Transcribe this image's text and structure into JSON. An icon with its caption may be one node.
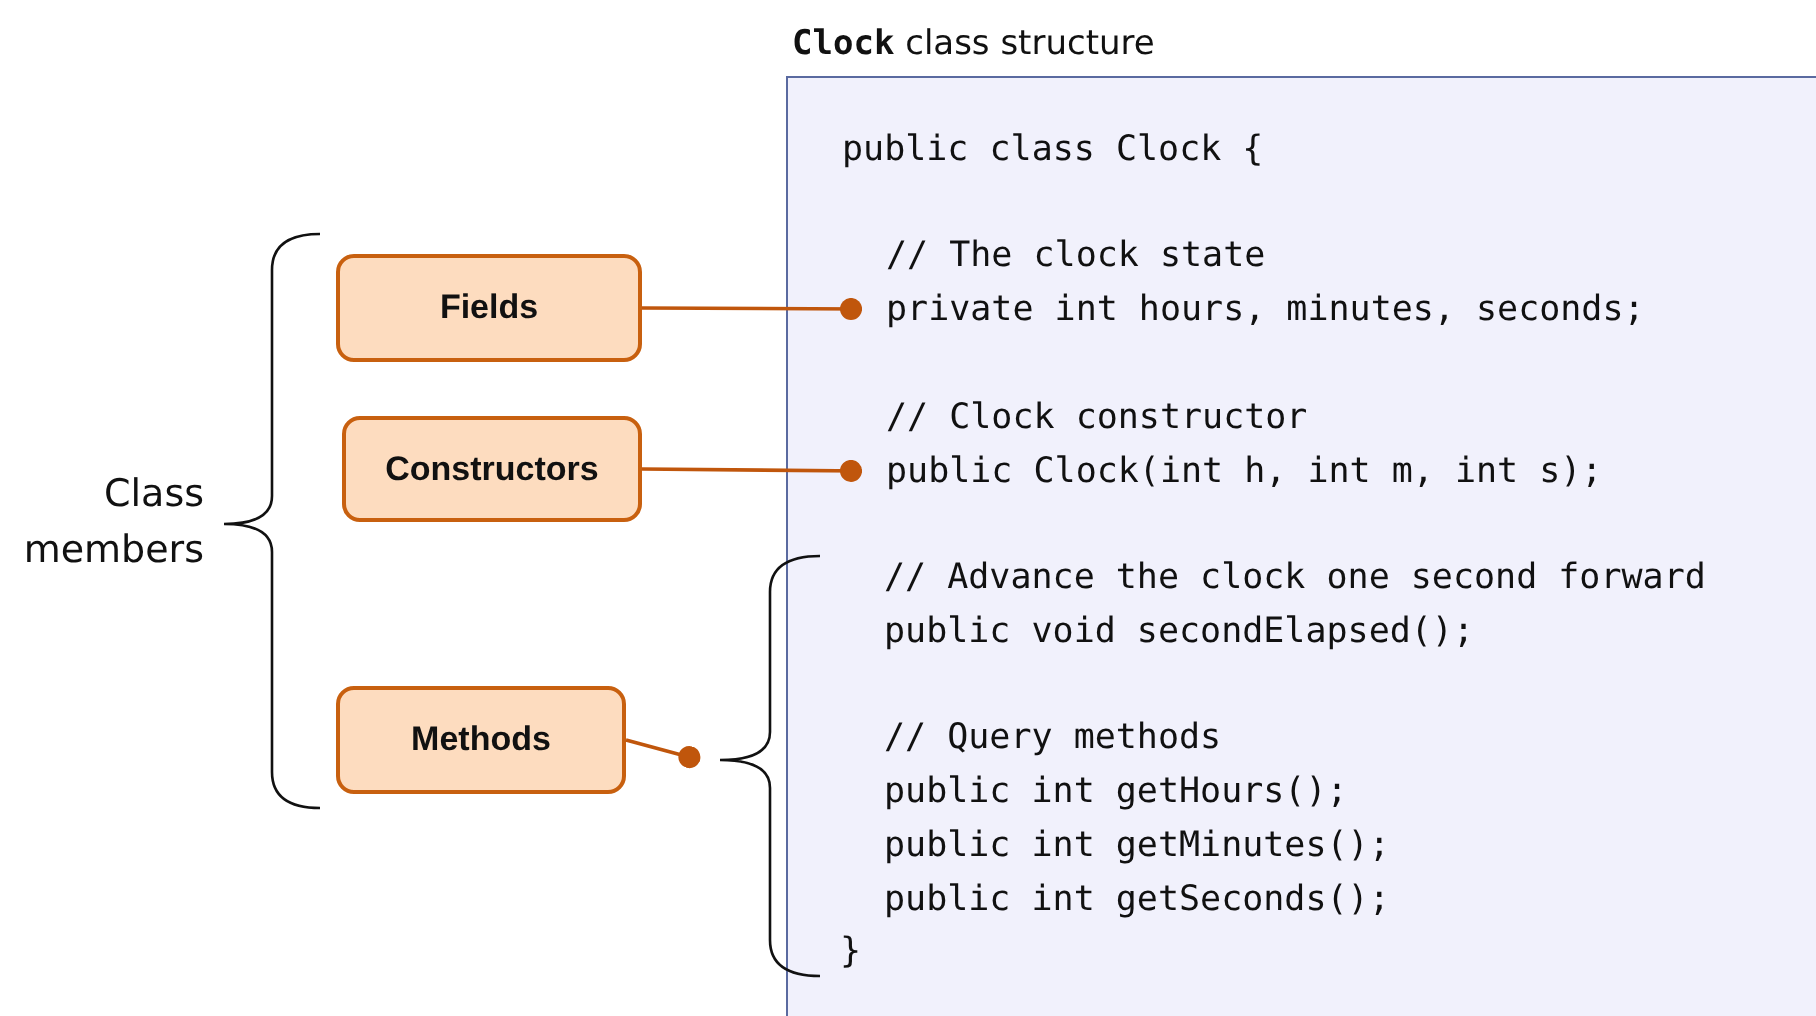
{
  "diagram": {
    "nodes": [
      {
        "text": [
          "**Clock** class structure",
          "public class Clock {",
          "// The clock state",
          "// Clock constructor"
        ]
      },
      {
        "text": [
          "private int hours, minutes, seconds;"
        ],
        "in": 0
      },
      {
        "text": [
          "public Clock(int h, int m, int s);"
        ],
        "in": 0
      },
      {
        "text": [
          "// Advance the clock one second forward",
          "public void secondElapsed();",
          "// Query methods",
          "public int getHours();",
          "public int getMinutes();",
          "public int getSeconds();",
          "}"
        ]
      },
      {
        "text": [
          "Fields"
        ]
      },
      {
        "text": [
          "Constructors"
        ]
      },
      {
        "text": [
          "Methods"
        ]
      }
    ],
    "edges": [
      {
        "from": 4,
        "to": 1,
        "arrow": "other"
      },
      {
        "from": 5,
        "to": 2,
        "arrow": "other"
      },
      {
        "from": 6,
        "to": 3,
        "arrow": "other"
      }
    ],
    "labels": [
      "Class members"
    ]
  }
}
